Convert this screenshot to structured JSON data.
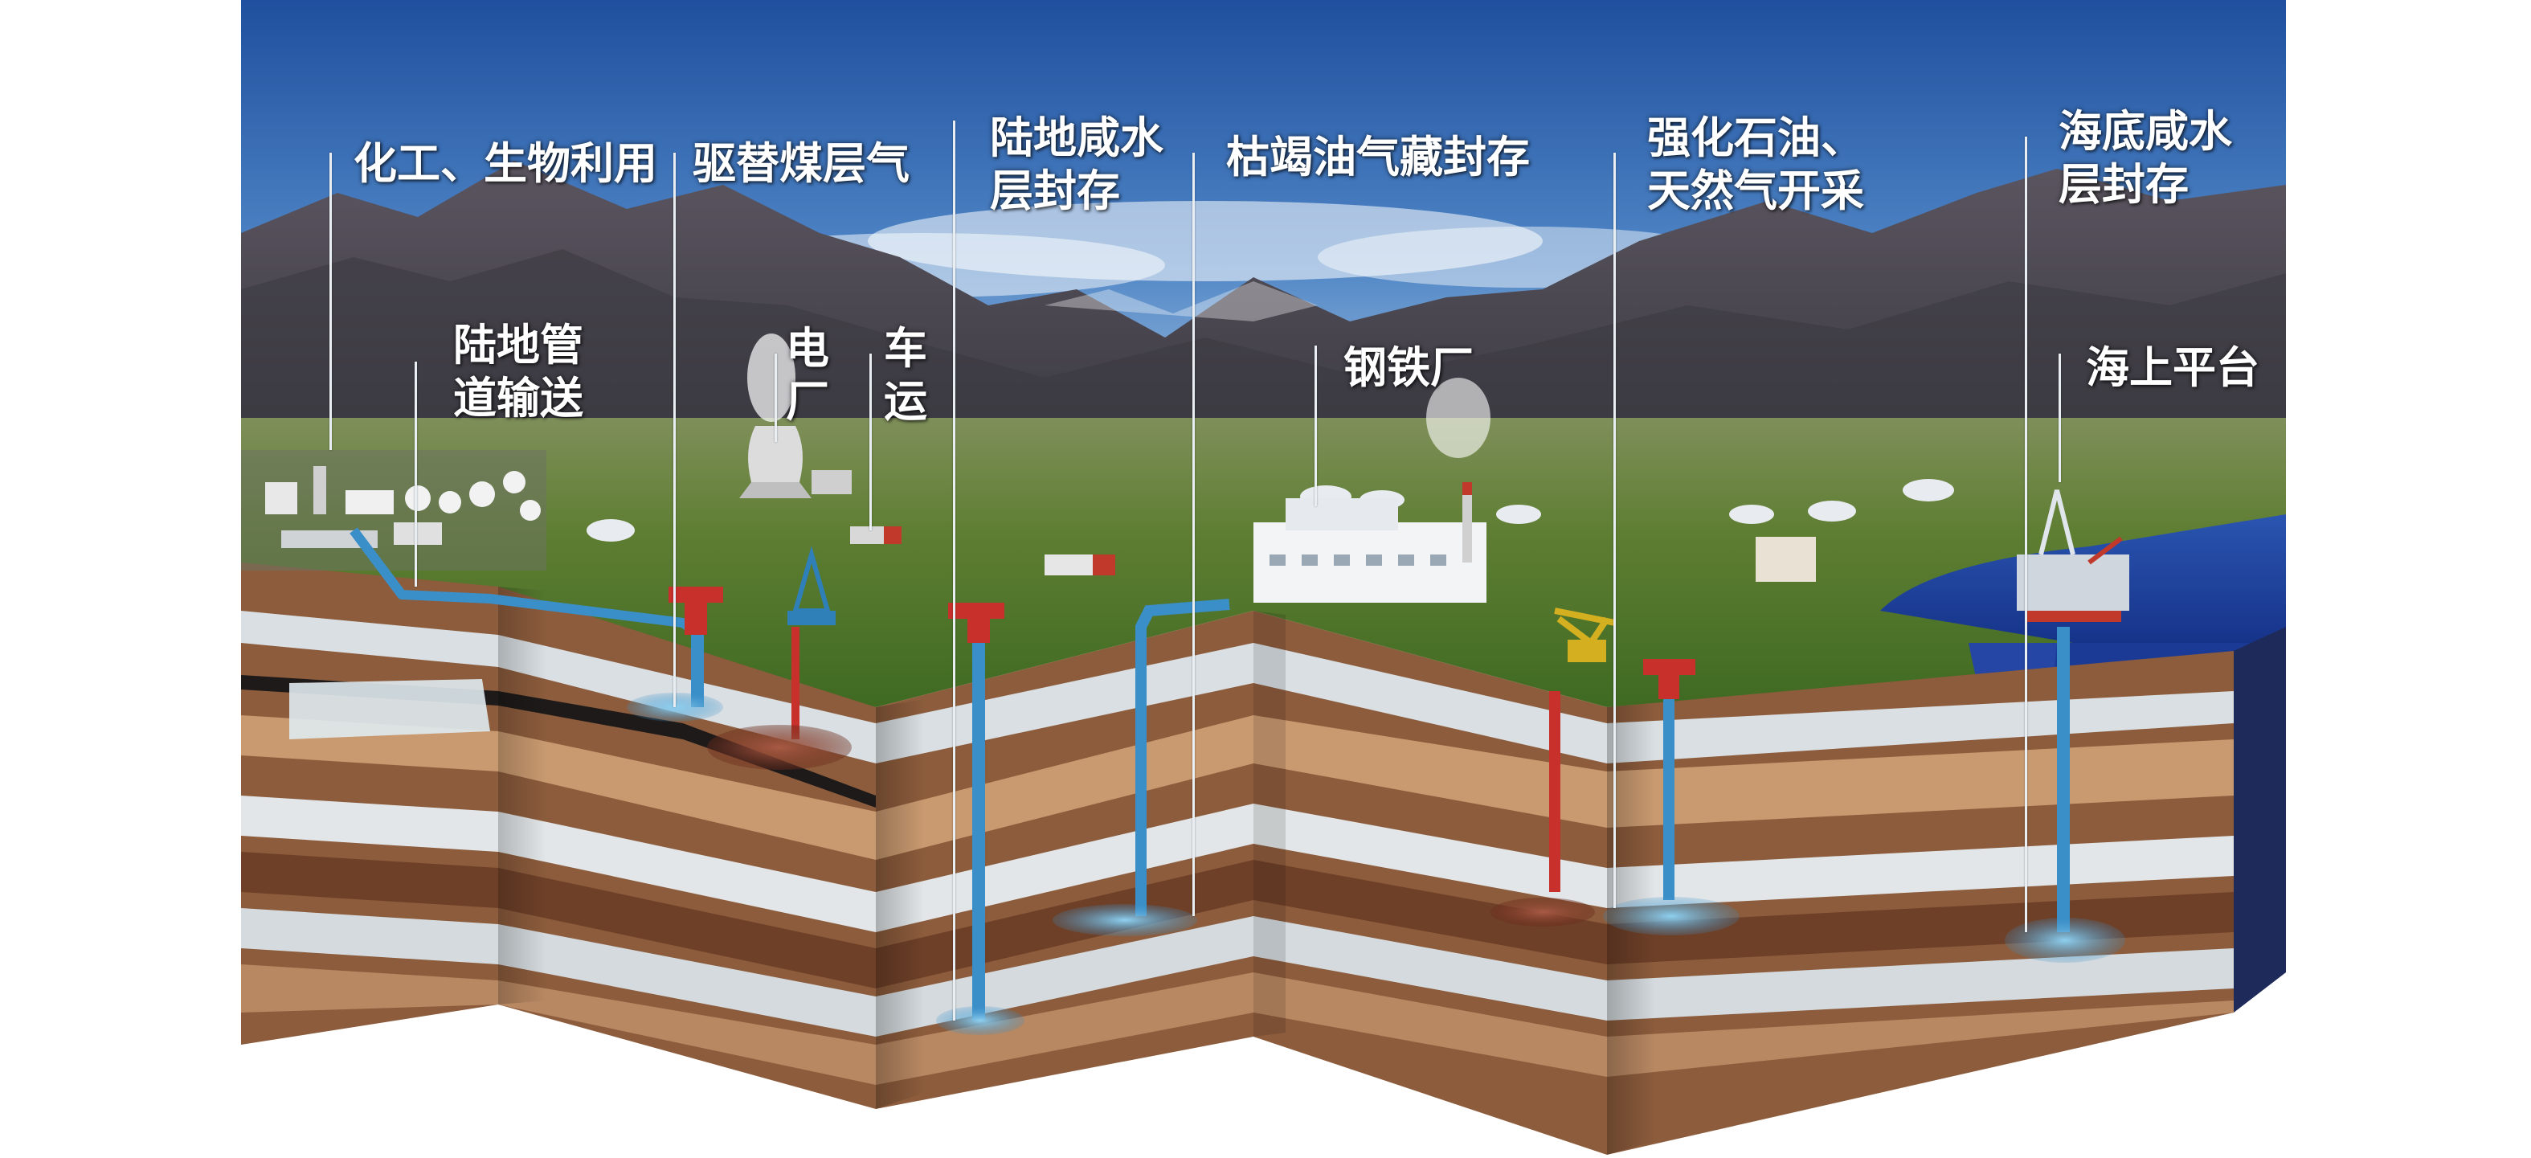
{
  "labels": {
    "chemical_bio": "化工、生物利用",
    "ecbm": "驱替煤层气",
    "onshore_saline_line1": "陆地咸水",
    "onshore_saline_line2": "层封存",
    "depleted_reservoir": "枯竭油气藏封存",
    "eor_line1": "强化石油、",
    "eor_line2": "天然气开采",
    "offshore_saline_line1": "海底咸水",
    "offshore_saline_line2": "层封存",
    "pipeline_line1": "陆地管",
    "pipeline_line2": "道输送",
    "power_plant_line1": "电",
    "power_plant_line2": "厂",
    "truck_line1": "车",
    "truck_line2": "运",
    "steel_plant": "钢铁厂",
    "offshore_platform": "海上平台"
  },
  "colors": {
    "sky_top": "#2a5aa6",
    "sky_bottom": "#d6e4f2",
    "mountain": "#4a4650",
    "grass": "#5d7a34",
    "sea": "#1c3f9a",
    "rock_brown": "#8a5a3a",
    "rock_light": "#d8dde0",
    "rock_tan": "#c39a72",
    "co2_plume": "#6fb8e0",
    "pipe_blue": "#3b8fc8",
    "pipe_red": "#c8302c"
  }
}
